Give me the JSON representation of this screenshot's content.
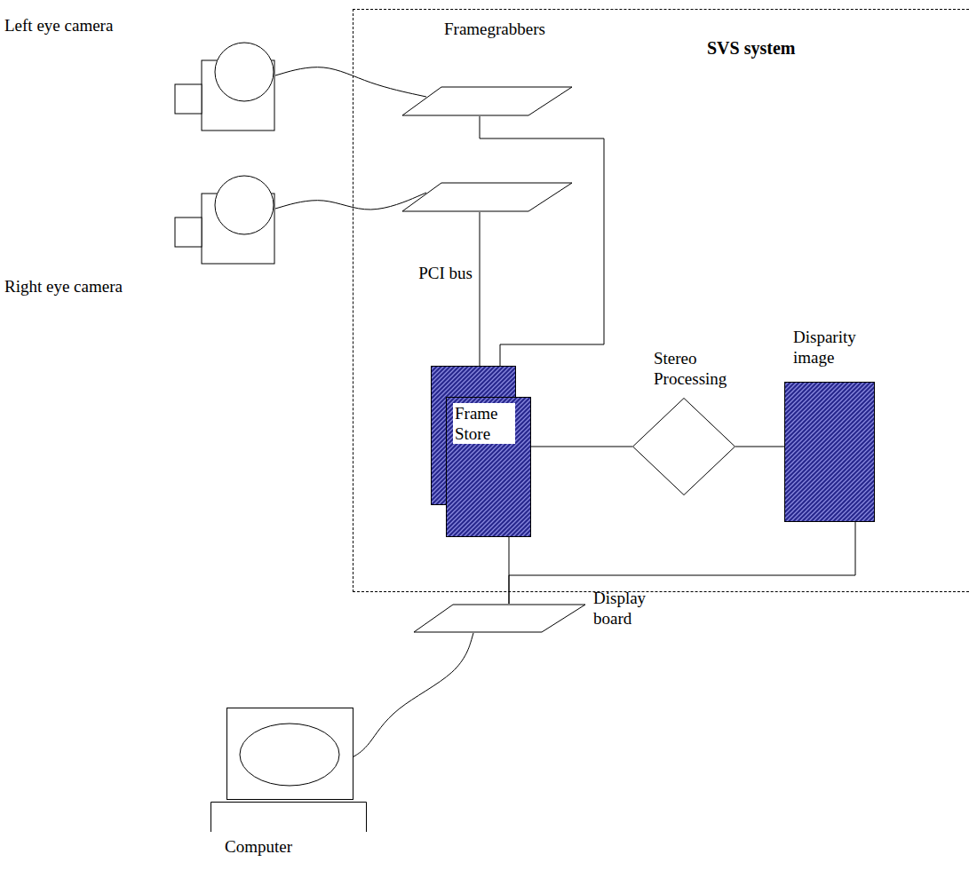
{
  "diagram": {
    "nodes": [
      {
        "text": [
          "SVS system"
        ]
      },
      {
        "text": [
          "Left eye camera"
        ]
      },
      {
        "text": [
          "Right eye camera"
        ]
      },
      {
        "text": [
          "Framegrabbers"
        ],
        "in": 0
      },
      {
        "text": [],
        "in": 0
      },
      {
        "text": [
          "Frame Store"
        ],
        "in": 0
      },
      {
        "text": [
          "Stereo Processing"
        ],
        "in": 0
      },
      {
        "text": [
          "Disparity image"
        ],
        "in": 0
      },
      {
        "text": [
          "Display board"
        ],
        "in": 0
      },
      {
        "text": [
          "Computer"
        ]
      }
    ],
    "edges": [
      {
        "from": 1,
        "to": 3,
        "arrow": "none"
      },
      {
        "from": 2,
        "to": 4,
        "arrow": "none"
      },
      {
        "from": 3,
        "to": 5,
        "arrow": "to"
      },
      {
        "from": 4,
        "to": 5,
        "label": "PCI bus",
        "arrow": "none"
      },
      {
        "from": 5,
        "to": 6,
        "arrow": "none"
      },
      {
        "from": 6,
        "to": 7,
        "arrow": "none"
      },
      {
        "from": 5,
        "to": 8,
        "arrow": "none"
      },
      {
        "from": 7,
        "to": 8,
        "arrow": "none"
      },
      {
        "from": 8,
        "to": 9,
        "arrow": "none"
      }
    ]
  }
}
